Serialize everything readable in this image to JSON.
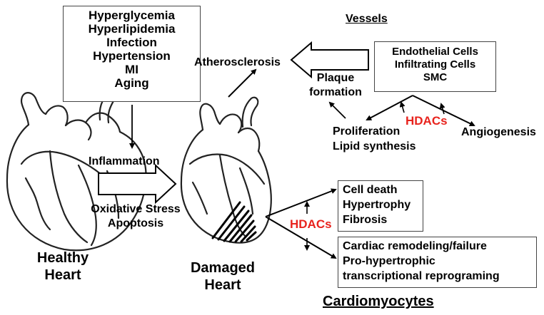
{
  "risk_factors": [
    "Hyperglycemia",
    "Hyperlipidemia",
    "Infection",
    "Hypertension",
    "MI",
    "Aging"
  ],
  "vessels": {
    "title": "Vessels",
    "cell_types": [
      "Endothelial Cells",
      "Infiltrating Cells",
      "SMC"
    ]
  },
  "atherosclerosis": "Atherosclerosis",
  "plaque_formation": [
    "Plaque",
    "formation"
  ],
  "vessel_hdacs": "HDACs",
  "proliferation": [
    "Proliferation",
    "Lipid synthesis"
  ],
  "angiogenesis": "Angiogenesis",
  "inflammation": "Inflammation",
  "stress_apoptosis": [
    "Oxidative Stress",
    "Apoptosis"
  ],
  "healthy_heart": [
    "Healthy",
    "Heart"
  ],
  "damaged_heart": [
    "Damaged",
    "Heart"
  ],
  "cardio_effects_1": [
    "Cell death",
    "Hypertrophy",
    "Fibrosis"
  ],
  "cardio_effects_2": [
    "Cardiac remodeling/failure",
    "Pro-hypertrophic",
    "transcriptional reprograming"
  ],
  "cardio_hdacs": "HDACs",
  "cardiomyocytes_title": "Cardiomyocytes",
  "colors": {
    "hdacs": "#e8231d",
    "ink": "#000000",
    "box_border": "#444444"
  }
}
